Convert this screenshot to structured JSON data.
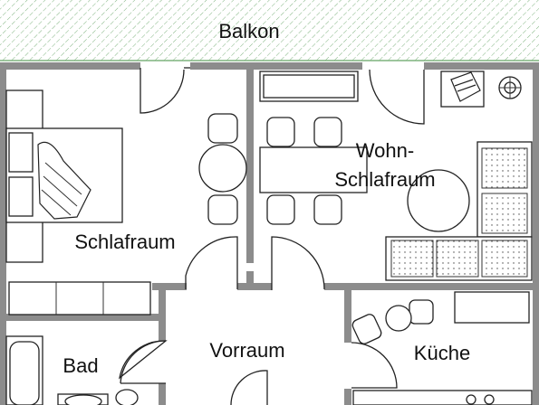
{
  "rooms": {
    "balkon": "Balkon",
    "schlafraum": "Schlafraum",
    "wohn_line1": "Wohn-",
    "wohn_line2": "Schlafraum",
    "bad": "Bad",
    "vorraum": "Vorraum",
    "kueche": "Küche"
  },
  "colors": {
    "wall": "#8c8c8c",
    "balcony_hatch": "#7fb37f",
    "line": "#222222",
    "background": "#ffffff"
  }
}
